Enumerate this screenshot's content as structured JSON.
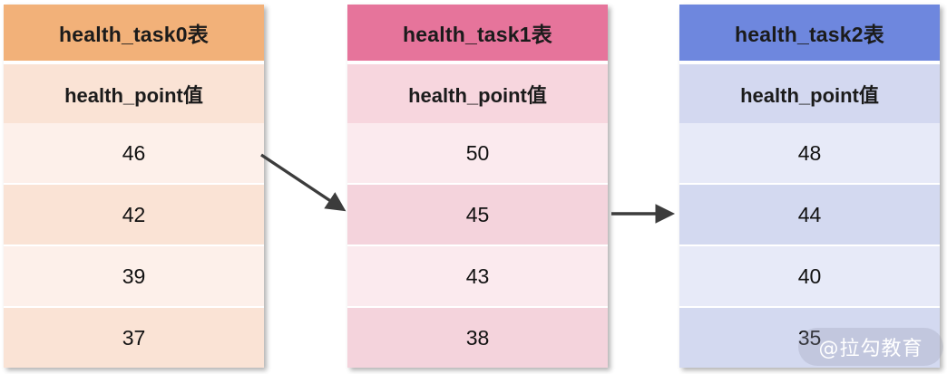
{
  "diagram": {
    "title": "health_task table sharding health_point values",
    "tables": [
      {
        "name": "health_task0",
        "title": "health_task0表",
        "column_header": "health_point值",
        "header_color": "#f2b179",
        "subheader_color": "#fae3d5",
        "row_colors": [
          "#fdf0ea",
          "#fae3d5"
        ],
        "values": [
          "46",
          "42",
          "39",
          "37"
        ]
      },
      {
        "name": "health_task1",
        "title": "health_task1表",
        "column_header": "health_point值",
        "header_color": "#e6749b",
        "subheader_color": "#f7d6de",
        "row_colors": [
          "#fbeaee",
          "#f4d3dc"
        ],
        "values": [
          "50",
          "45",
          "43",
          "38"
        ]
      },
      {
        "name": "health_task2",
        "title": "health_task2表",
        "column_header": "health_point值",
        "header_color": "#6e87de",
        "subheader_color": "#d3d8f0",
        "row_colors": [
          "#e7eaf8",
          "#d3d9f0"
        ],
        "values": [
          "48",
          "44",
          "40",
          "35"
        ]
      }
    ],
    "arrows": [
      {
        "name": "arrow-task0-to-task1",
        "from": "health_task0",
        "to": "health_task1",
        "style": "diagonal",
        "color": "#3c3c3c"
      },
      {
        "name": "arrow-task1-to-task2",
        "from": "health_task1",
        "to": "health_task2",
        "style": "horizontal",
        "color": "#3c3c3c"
      }
    ],
    "watermark": "@拉勾教育"
  }
}
